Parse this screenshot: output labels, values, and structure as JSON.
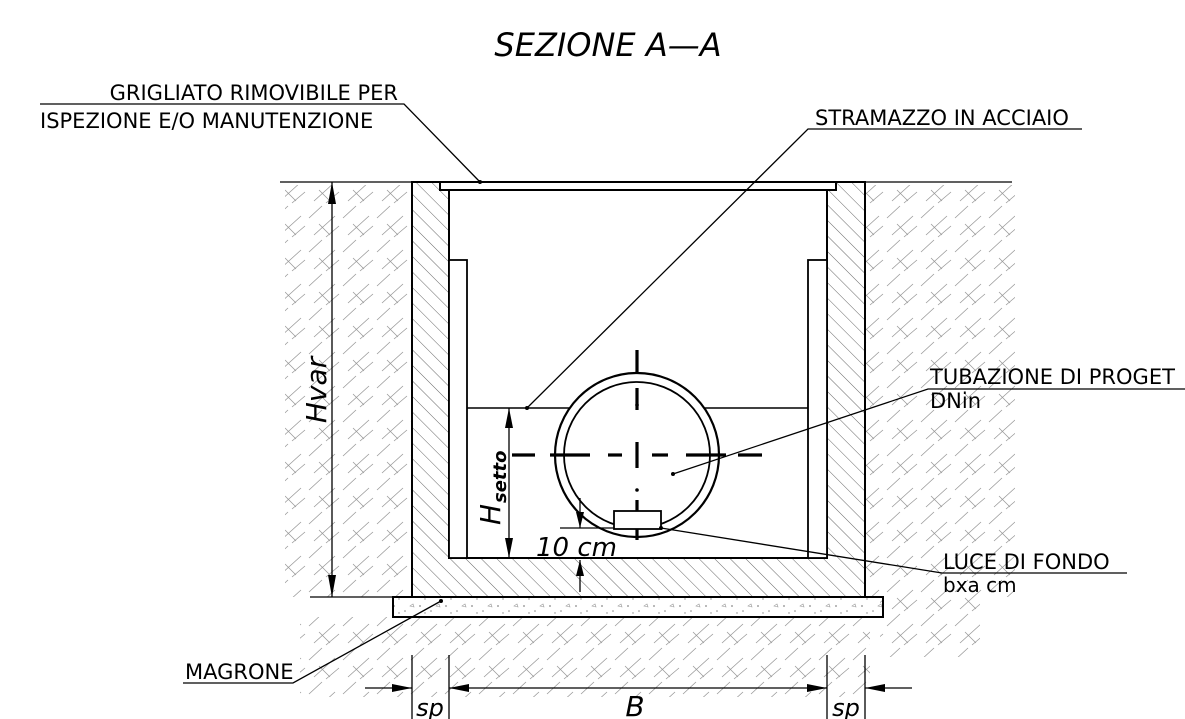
{
  "title": "SEZIONE A—A",
  "labels": {
    "grate_line1": "GRIGLIATO RIMOVIBILE PER",
    "grate_line2": "ISPEZIONE E/O MANUTENZIONE",
    "weir": "STRAMAZZO IN ACCIAIO",
    "pipe_line1": "TUBAZIONE DI PROGET",
    "pipe_line2": "DNin",
    "bottom_opening_line1": "LUCE DI FONDO",
    "bottom_opening_line2": "bxa  cm",
    "lean_concrete": "MAGRONE"
  },
  "dimensions": {
    "h_var": "Hvar",
    "h_setto_main": "H",
    "h_setto_sub": "setto",
    "ten_cm": "10  cm",
    "sp_left": "sp",
    "b": "B",
    "sp_right": "sp"
  }
}
